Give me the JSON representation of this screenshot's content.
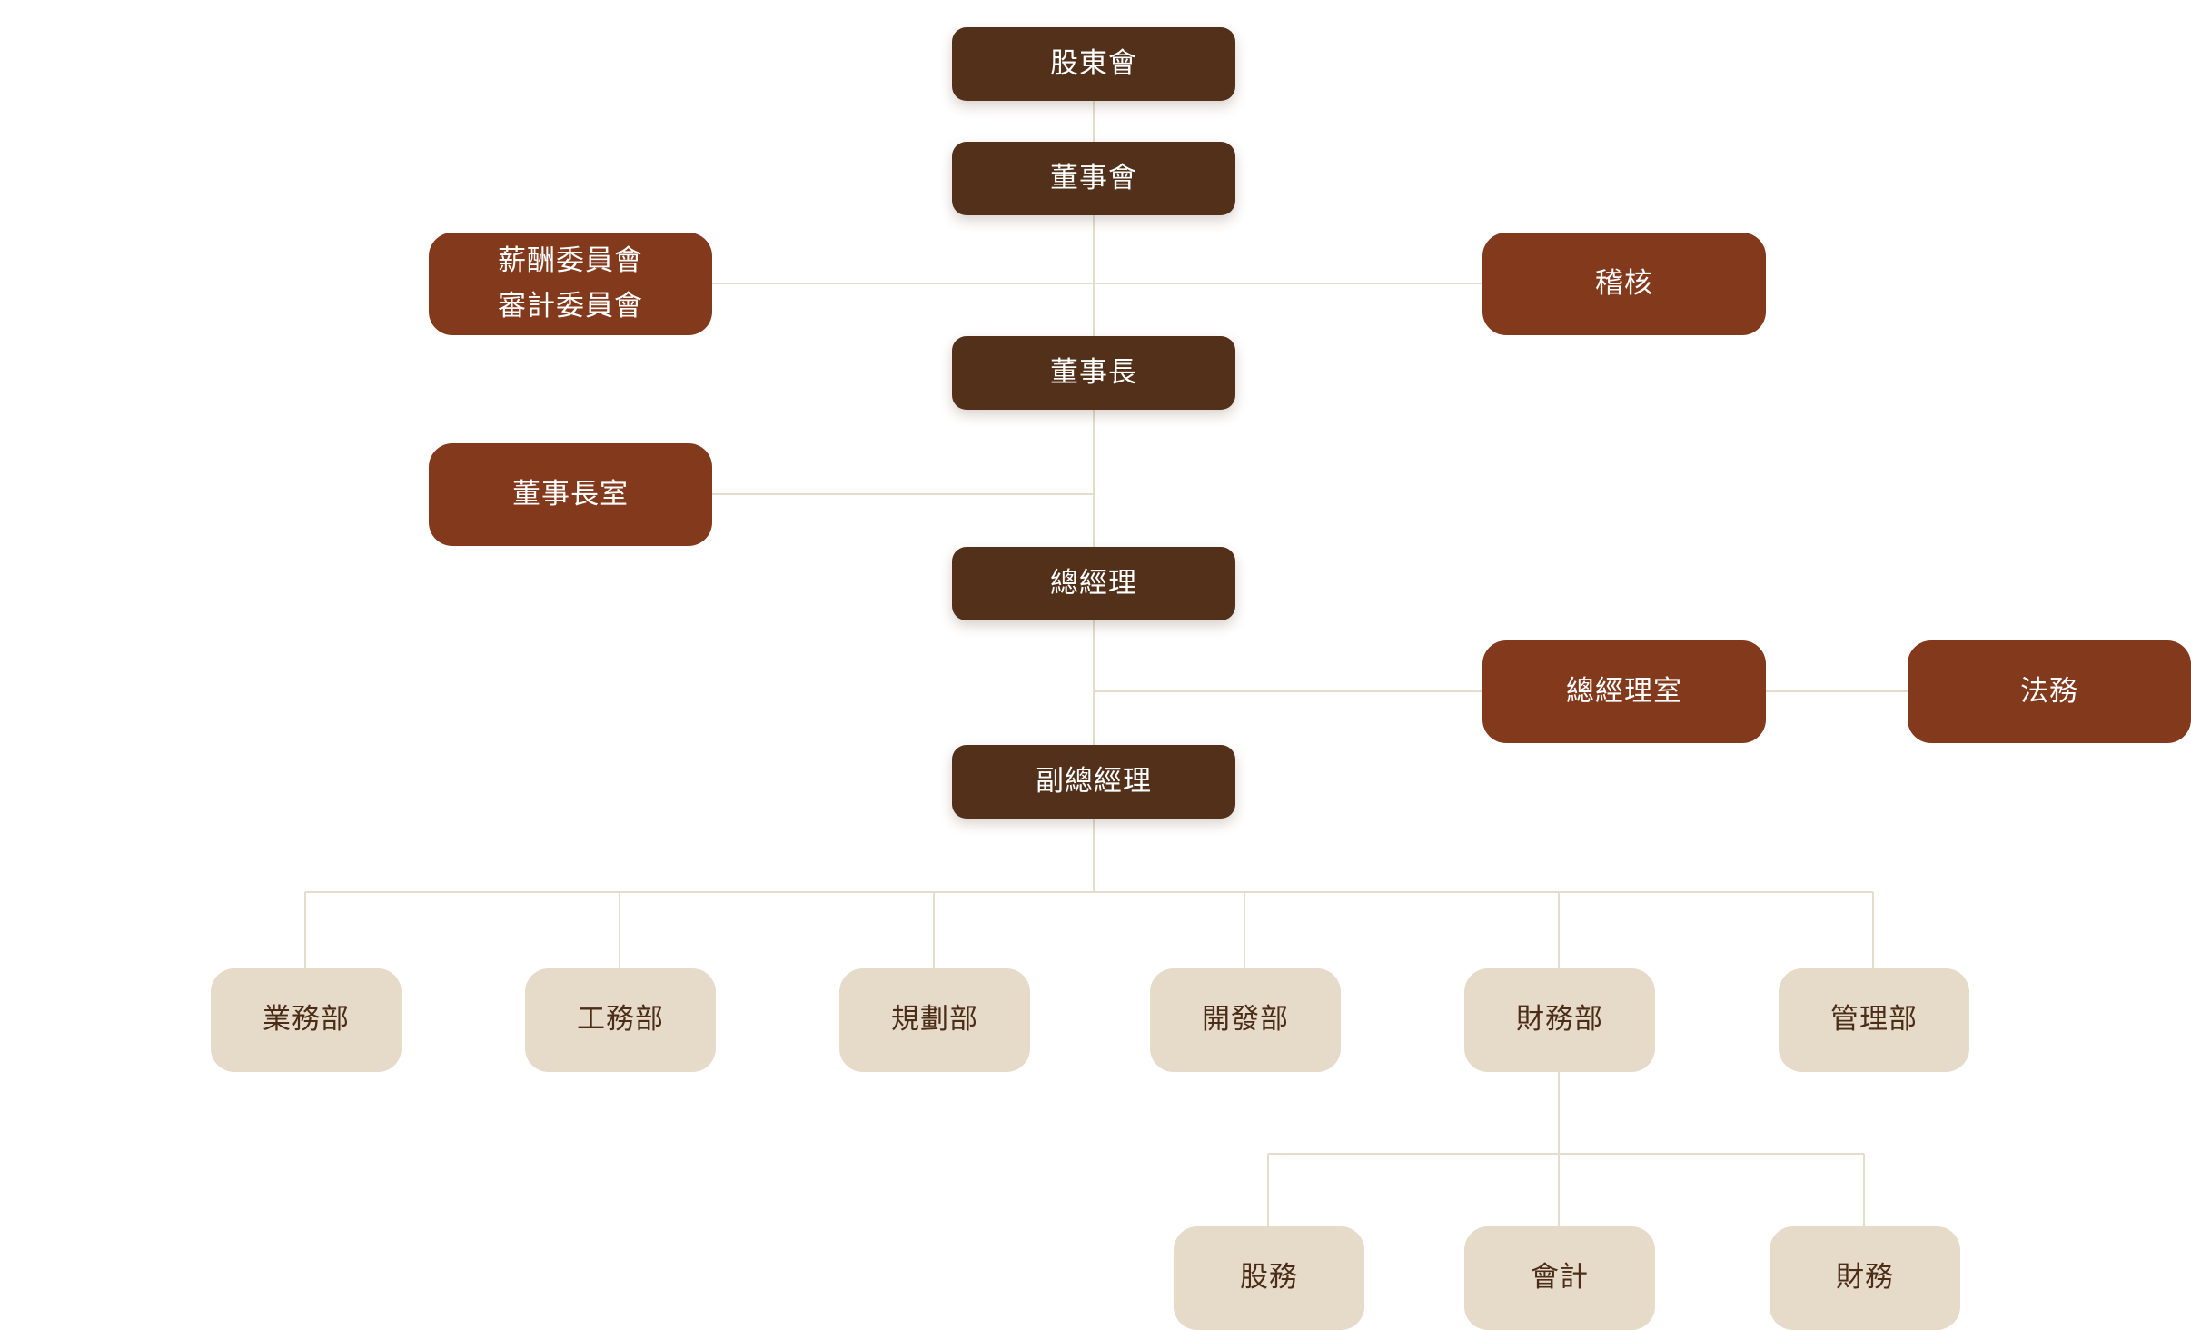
{
  "org_chart": {
    "shareholders": "股東會",
    "board": "董事會",
    "committees": [
      "薪酬委員會",
      "審計委員會"
    ],
    "audit": "稽核",
    "chairman": "董事長",
    "chairman_office": "董事長室",
    "general_manager": "總經理",
    "gm_office": "總經理室",
    "legal": "法務",
    "vice_gm": "副總經理",
    "departments": {
      "sales": "業務部",
      "engineering": "工務部",
      "planning": "規劃部",
      "development": "開發部",
      "finance": "財務部",
      "management": "管理部"
    },
    "finance_units": {
      "stock": "股務",
      "accounting": "會計",
      "treasury": "財務"
    }
  },
  "colors": {
    "executive": "#53301a",
    "staff_unit": "#83391c",
    "department": "#e6dac9",
    "department_text": "#4a2c17",
    "connector": "#e6dccd"
  }
}
